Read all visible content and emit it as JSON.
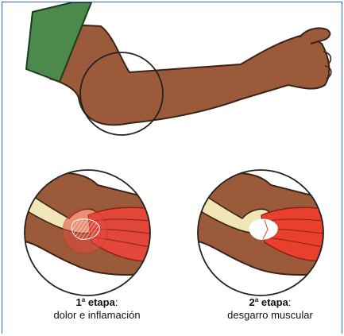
{
  "stages": [
    {
      "ordinal": "1",
      "ordinal_suffix": "a",
      "label": "etapa",
      "separator": ":",
      "description": "dolor e inflamación",
      "injury_color": "#e24a3c"
    },
    {
      "ordinal": "2",
      "ordinal_suffix": "a",
      "label": "etapa",
      "separator": ":",
      "description": "desgarro muscular",
      "injury_color": "#e9402d"
    }
  ],
  "colors": {
    "skin": "#9b5a3a",
    "skin_outline": "#3a2418",
    "band": "#4b8a4a",
    "bone": "#f1e6b8",
    "muscle": "#e2473a",
    "frame_border": "#2f6db0"
  }
}
